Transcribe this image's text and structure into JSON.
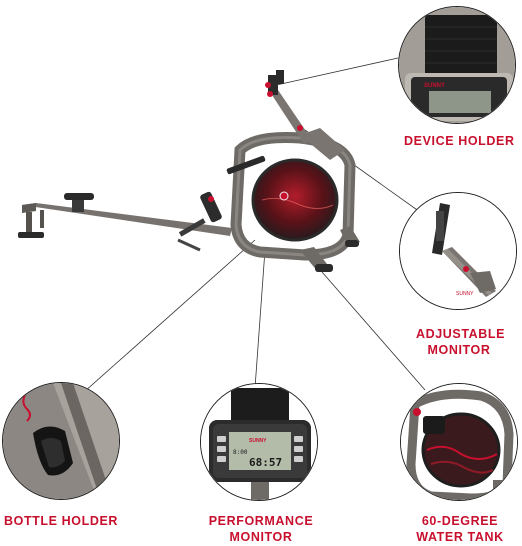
{
  "brand": {
    "logo_text": "SUNNY",
    "accent_color": "#c8102e",
    "frame_color": "#6e6a66"
  },
  "callouts": {
    "device_holder": {
      "label": "DEVICE HOLDER",
      "icon": "device-holder-closeup"
    },
    "adjustable_monitor": {
      "label_line1": "ADJUSTABLE",
      "label_line2": "MONITOR",
      "icon": "monitor-arm-closeup"
    },
    "bottle_holder": {
      "label": "BOTTLE HOLDER",
      "icon": "bottle-cage-closeup"
    },
    "performance_monitor": {
      "label_line1": "PERFORMANCE",
      "label_line2": "MONITOR",
      "icon": "lcd-console-closeup",
      "display_main": "68:57",
      "display_small": "8:00"
    },
    "water_tank": {
      "label_line1": "60-DEGREE",
      "label_line2": "WATER TANK",
      "icon": "water-tank-closeup"
    }
  }
}
